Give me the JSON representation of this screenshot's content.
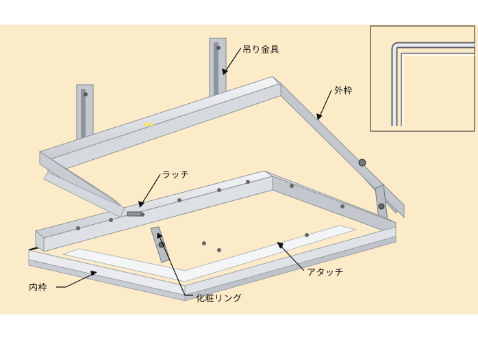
{
  "labels": {
    "hanger": "吊り金具",
    "outer_frame": "外枠",
    "latch": "ラッチ",
    "attach": "アタッチ",
    "inner_frame": "内枠",
    "ring": "化粧リング"
  },
  "colors": {
    "background": "#fcebc8",
    "frame_light": "#e6e8ec",
    "frame_mid": "#c8ccd2",
    "frame_dark": "#9aa0a8",
    "gasket": "#1a1a1a"
  }
}
